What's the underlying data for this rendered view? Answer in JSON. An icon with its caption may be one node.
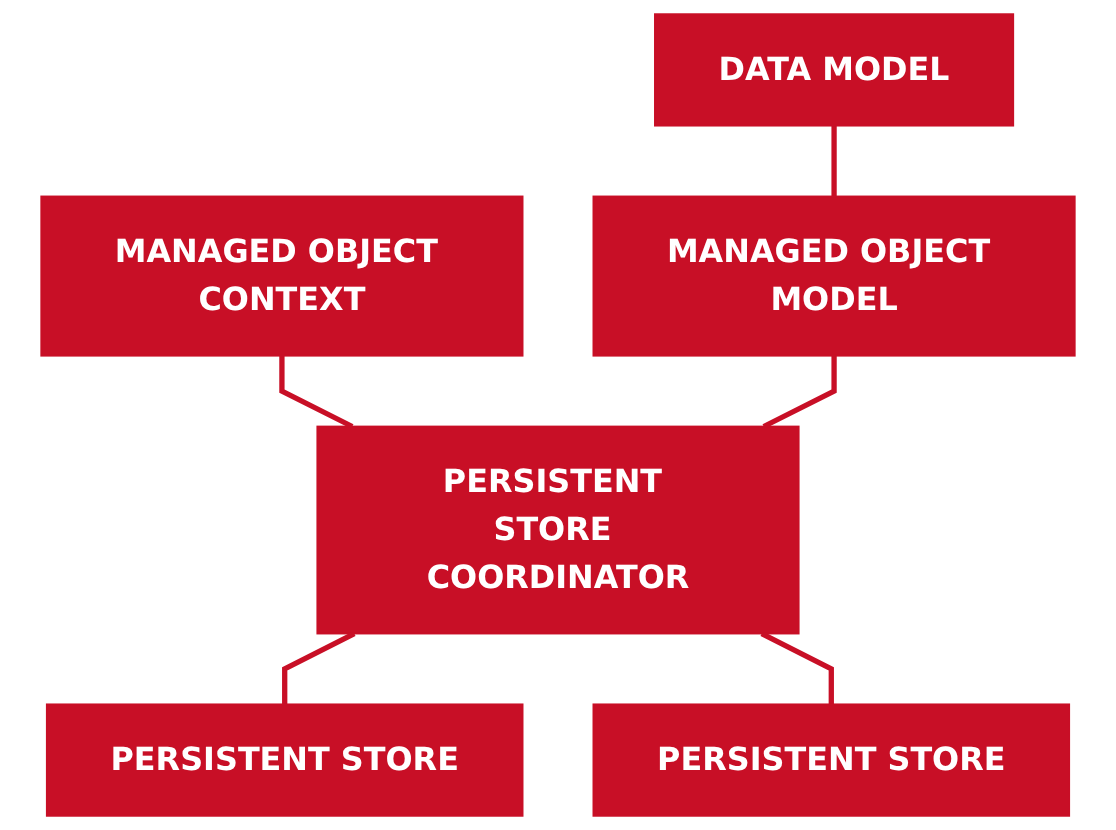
{
  "diagram": {
    "nodes": [
      {
        "text": [
          "DATA MODEL"
        ]
      },
      {
        "text": [
          "MANAGED OBJECT CONTEXT"
        ]
      },
      {
        "text": [
          "MANAGED OBJECT MODEL"
        ]
      },
      {
        "text": [
          "PERSISTENT STORE COORDINATOR"
        ]
      },
      {
        "text": [
          "PERSISTENT STORE"
        ]
      },
      {
        "text": [
          "PERSISTENT STORE"
        ]
      }
    ],
    "edges": [
      {
        "from": 0,
        "to": 2,
        "arrow": "none"
      },
      {
        "from": 1,
        "to": 3,
        "arrow": "none"
      },
      {
        "from": 2,
        "to": 3,
        "arrow": "none"
      },
      {
        "from": 3,
        "to": 4,
        "arrow": "none"
      },
      {
        "from": 3,
        "to": 5,
        "arrow": "none"
      }
    ]
  }
}
